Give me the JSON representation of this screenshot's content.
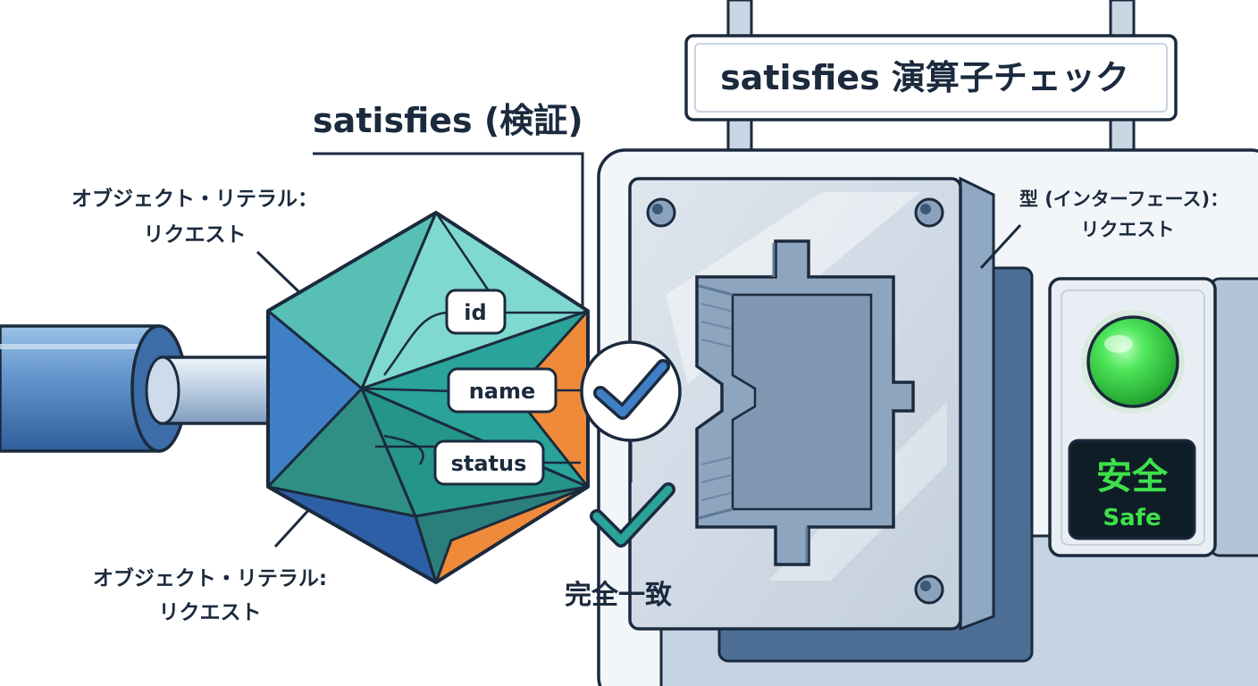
{
  "sign": {
    "title": "satisfies 演算子チェック"
  },
  "heading": {
    "text": "satisfies (検証)"
  },
  "left_labels": {
    "top": {
      "line1": "オブジェクト・リテラル：",
      "line2": "リクエスト"
    },
    "bottom": {
      "line1": "オブジェクト・リテラル:",
      "line2": "リクエスト"
    }
  },
  "type_label": {
    "line1": "型 (インターフェース)：",
    "line2": "リクエスト"
  },
  "properties": [
    "id",
    "name",
    "status"
  ],
  "match_text": "完全一致",
  "indicator": {
    "jp": "安全",
    "en": "Safe"
  },
  "colors": {
    "outline": "#1b2a3d",
    "gem_light": "#7fd9cf",
    "gem_teal": "#2aa39a",
    "gem_blue": "#3f7fc6",
    "gem_orange": "#ef8a3a",
    "pipe": "#4e7fb8",
    "machine": "#e6ecf3",
    "indicator_green": "#3ee04a"
  },
  "icons": {
    "check": "check-icon",
    "safe_light": "green-light-icon"
  }
}
